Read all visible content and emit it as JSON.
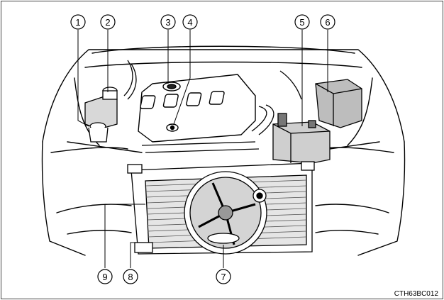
{
  "callouts": [
    "1",
    "2",
    "3",
    "4",
    "5",
    "6",
    "7",
    "8",
    "9"
  ],
  "figure_code": "CTH63BC012"
}
